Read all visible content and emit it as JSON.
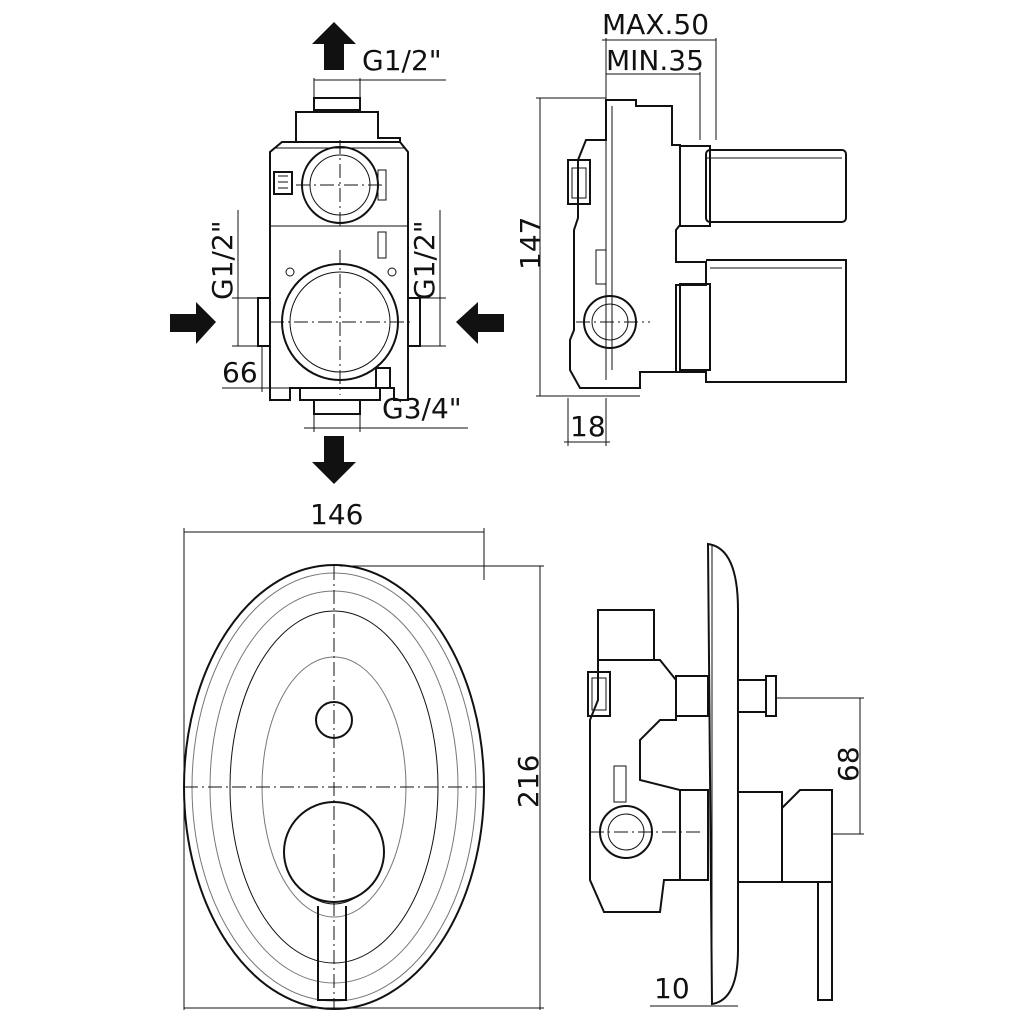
{
  "top_view": {
    "outlet_top_label": "G1/2\"",
    "inlet_left_label": "G1/2\"",
    "inlet_right_label": "G1/2\"",
    "offset_label": "66",
    "outlet_bottom_label": "G3/4\""
  },
  "side_view": {
    "max_label": "MAX.50",
    "min_label": "MIN.35",
    "height_label": "147",
    "depth_label": "18"
  },
  "front_view": {
    "width_label": "146",
    "height_label": "216"
  },
  "side_view_assembled": {
    "handle_offset_label": "68",
    "plate_thickness_label": "10"
  }
}
